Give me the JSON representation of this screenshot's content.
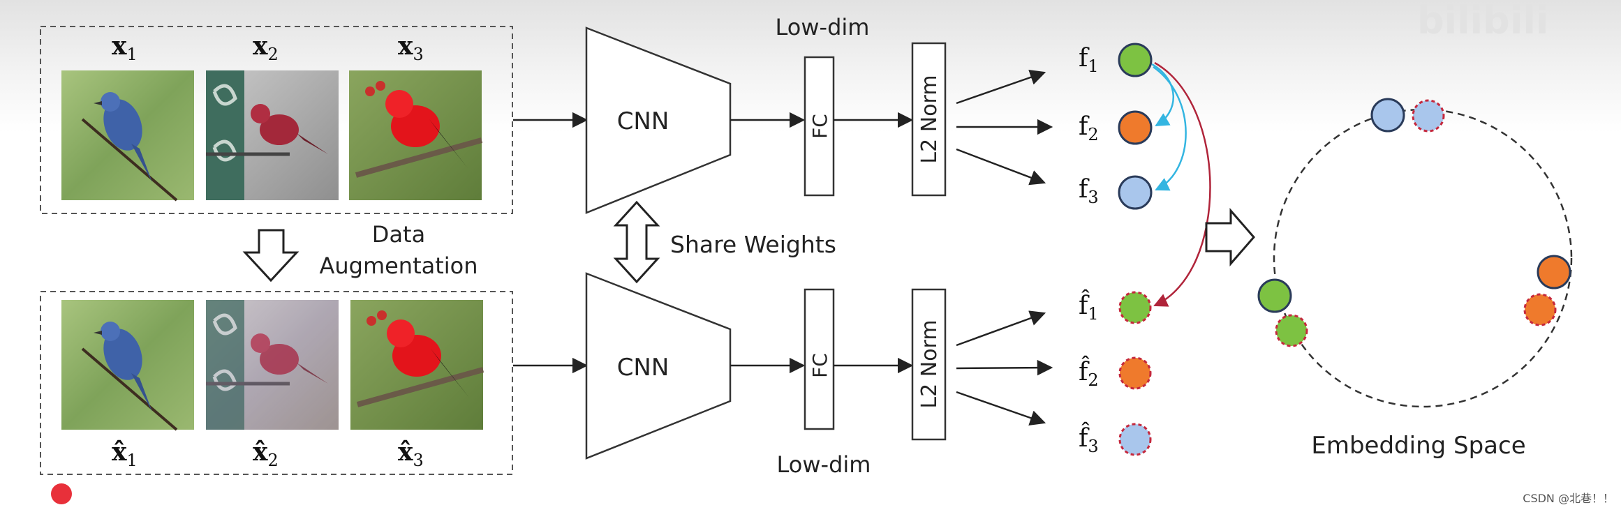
{
  "watermark": "bilibili",
  "credit": "CSDN @北巷！！",
  "inputs": {
    "top_labels": [
      "x",
      "x",
      "x"
    ],
    "bottom_labels": [
      "x̂",
      "x̂",
      "x̂"
    ],
    "subscripts": [
      "1",
      "2",
      "3"
    ],
    "data_augmentation_line1": "Data",
    "data_augmentation_line2": "Augmentation"
  },
  "network": {
    "cnn_top": "CNN",
    "cnn_bottom": "CNN",
    "share_weights": "Share Weights",
    "fc_top": "FC",
    "fc_bottom": "FC",
    "l2_top": "L2 Norm",
    "l2_bottom": "L2 Norm",
    "low_dim_top": "Low-dim",
    "low_dim_bottom": "Low-dim"
  },
  "features": {
    "top": [
      "f",
      "f",
      "f"
    ],
    "bottom": [
      "f̂",
      "f̂",
      "f̂"
    ],
    "subscripts": [
      "1",
      "2",
      "3"
    ]
  },
  "embedding": {
    "label": "Embedding Space"
  },
  "colors": {
    "green": "#7dc242",
    "orange": "#ef7a2c",
    "blue": "#a9c6ec",
    "pull_arrow": "#b0243a",
    "push_arrow": "#33b5e1"
  },
  "photos": {
    "top": [
      "blue bird on branch",
      "red bird at feeder",
      "scarlet tanager on branch"
    ],
    "bottom": [
      "blue bird on branch (augmented)",
      "red bird at feeder (augmented)",
      "scarlet tanager on branch (augmented)"
    ]
  }
}
